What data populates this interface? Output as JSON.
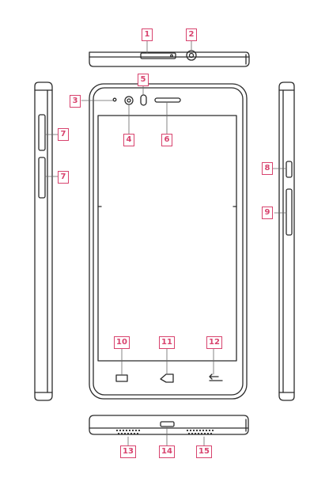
{
  "callouts": {
    "c1": "1",
    "c2": "2",
    "c3": "3",
    "c4": "4",
    "c5": "5",
    "c6": "6",
    "c7a": "7",
    "c7b": "7",
    "c8": "8",
    "c9": "9",
    "c10": "10",
    "c11": "11",
    "c12": "12",
    "c13": "13",
    "c14": "14",
    "c15": "15"
  },
  "colors": {
    "accent": "#d8436e",
    "outline": "#2b2b2b"
  }
}
